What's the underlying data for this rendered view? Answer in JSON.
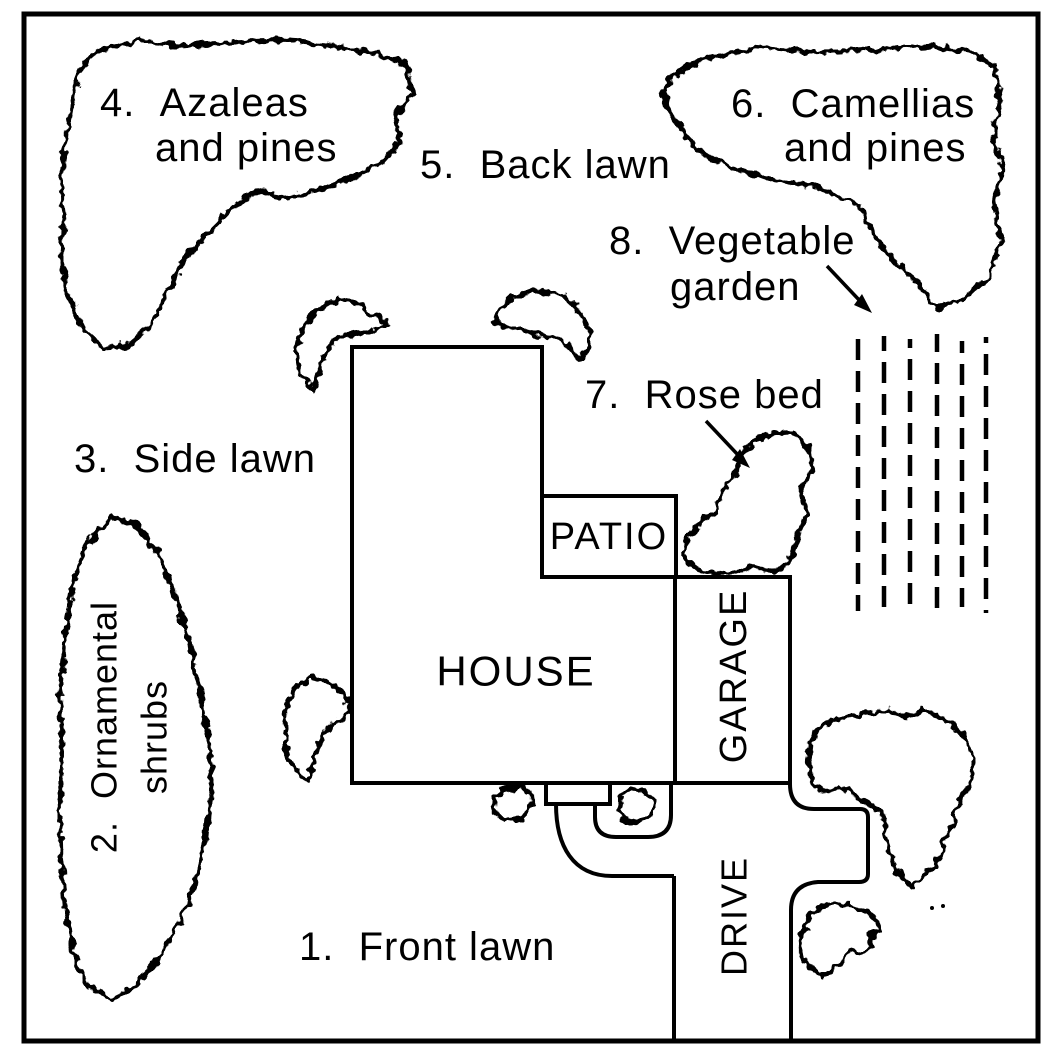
{
  "figure": {
    "kind": "residential landscape plan line diagram",
    "colors": {
      "ink": "#000000",
      "paper": "#ffffff"
    }
  },
  "areas": {
    "front_lawn": "1.  Front lawn",
    "ornamental_shrubs_line1": "2.  Ornamental",
    "ornamental_shrubs_line2": "shrubs",
    "side_lawn": "3.  Side lawn",
    "azaleas_line1": "4.  Azaleas",
    "azaleas_line2": "and pines",
    "back_lawn": "5.  Back lawn",
    "camellias_line1": "6.  Camellias",
    "camellias_line2": "and pines",
    "rose_bed": "7.  Rose bed",
    "vegetable_garden_line1": "8.  Vegetable",
    "vegetable_garden_line2": "garden"
  },
  "structures": {
    "house": "HOUSE",
    "patio": "PATIO",
    "garage": "GARAGE",
    "drive": "DRIVE"
  }
}
